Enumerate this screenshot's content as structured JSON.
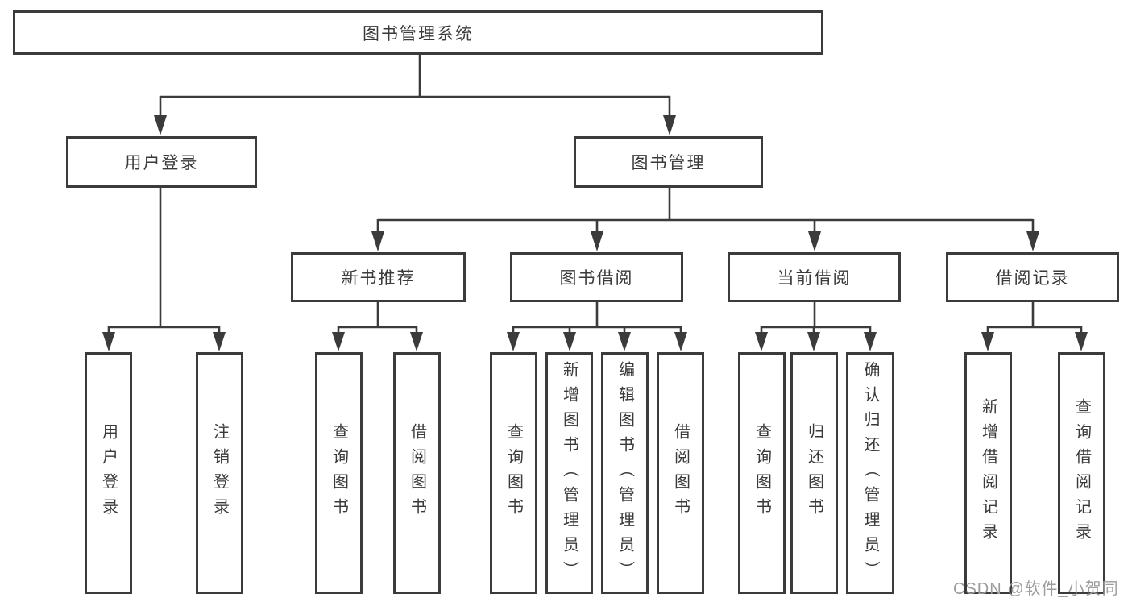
{
  "diagram": {
    "root": {
      "label": "图书管理系统"
    },
    "level2": [
      {
        "label": "用户登录"
      },
      {
        "label": "图书管理"
      }
    ],
    "level3": [
      {
        "label": "新书推荐"
      },
      {
        "label": "图书借阅"
      },
      {
        "label": "当前借阅"
      },
      {
        "label": "借阅记录"
      }
    ],
    "leaves": [
      {
        "label": "用户登录"
      },
      {
        "label": "注销登录"
      },
      {
        "label": "查询图书"
      },
      {
        "label": "借阅图书"
      },
      {
        "label": "查询图书"
      },
      {
        "label": "新增图书（管理员）"
      },
      {
        "label": "编辑图书（管理员）"
      },
      {
        "label": "借阅图书"
      },
      {
        "label": "查询图书"
      },
      {
        "label": "归还图书"
      },
      {
        "label": "确认归还（管理员）"
      },
      {
        "label": "新增借阅记录"
      },
      {
        "label": "查询借阅记录"
      }
    ]
  },
  "watermark": {
    "text": "CSDN @软件_小贺同学"
  },
  "colors": {
    "line": "#3b3b3b",
    "box_border": "#3b3b3b",
    "text": "#3a3a3a",
    "background": "#ffffff",
    "watermark": "#9c9c9c"
  }
}
